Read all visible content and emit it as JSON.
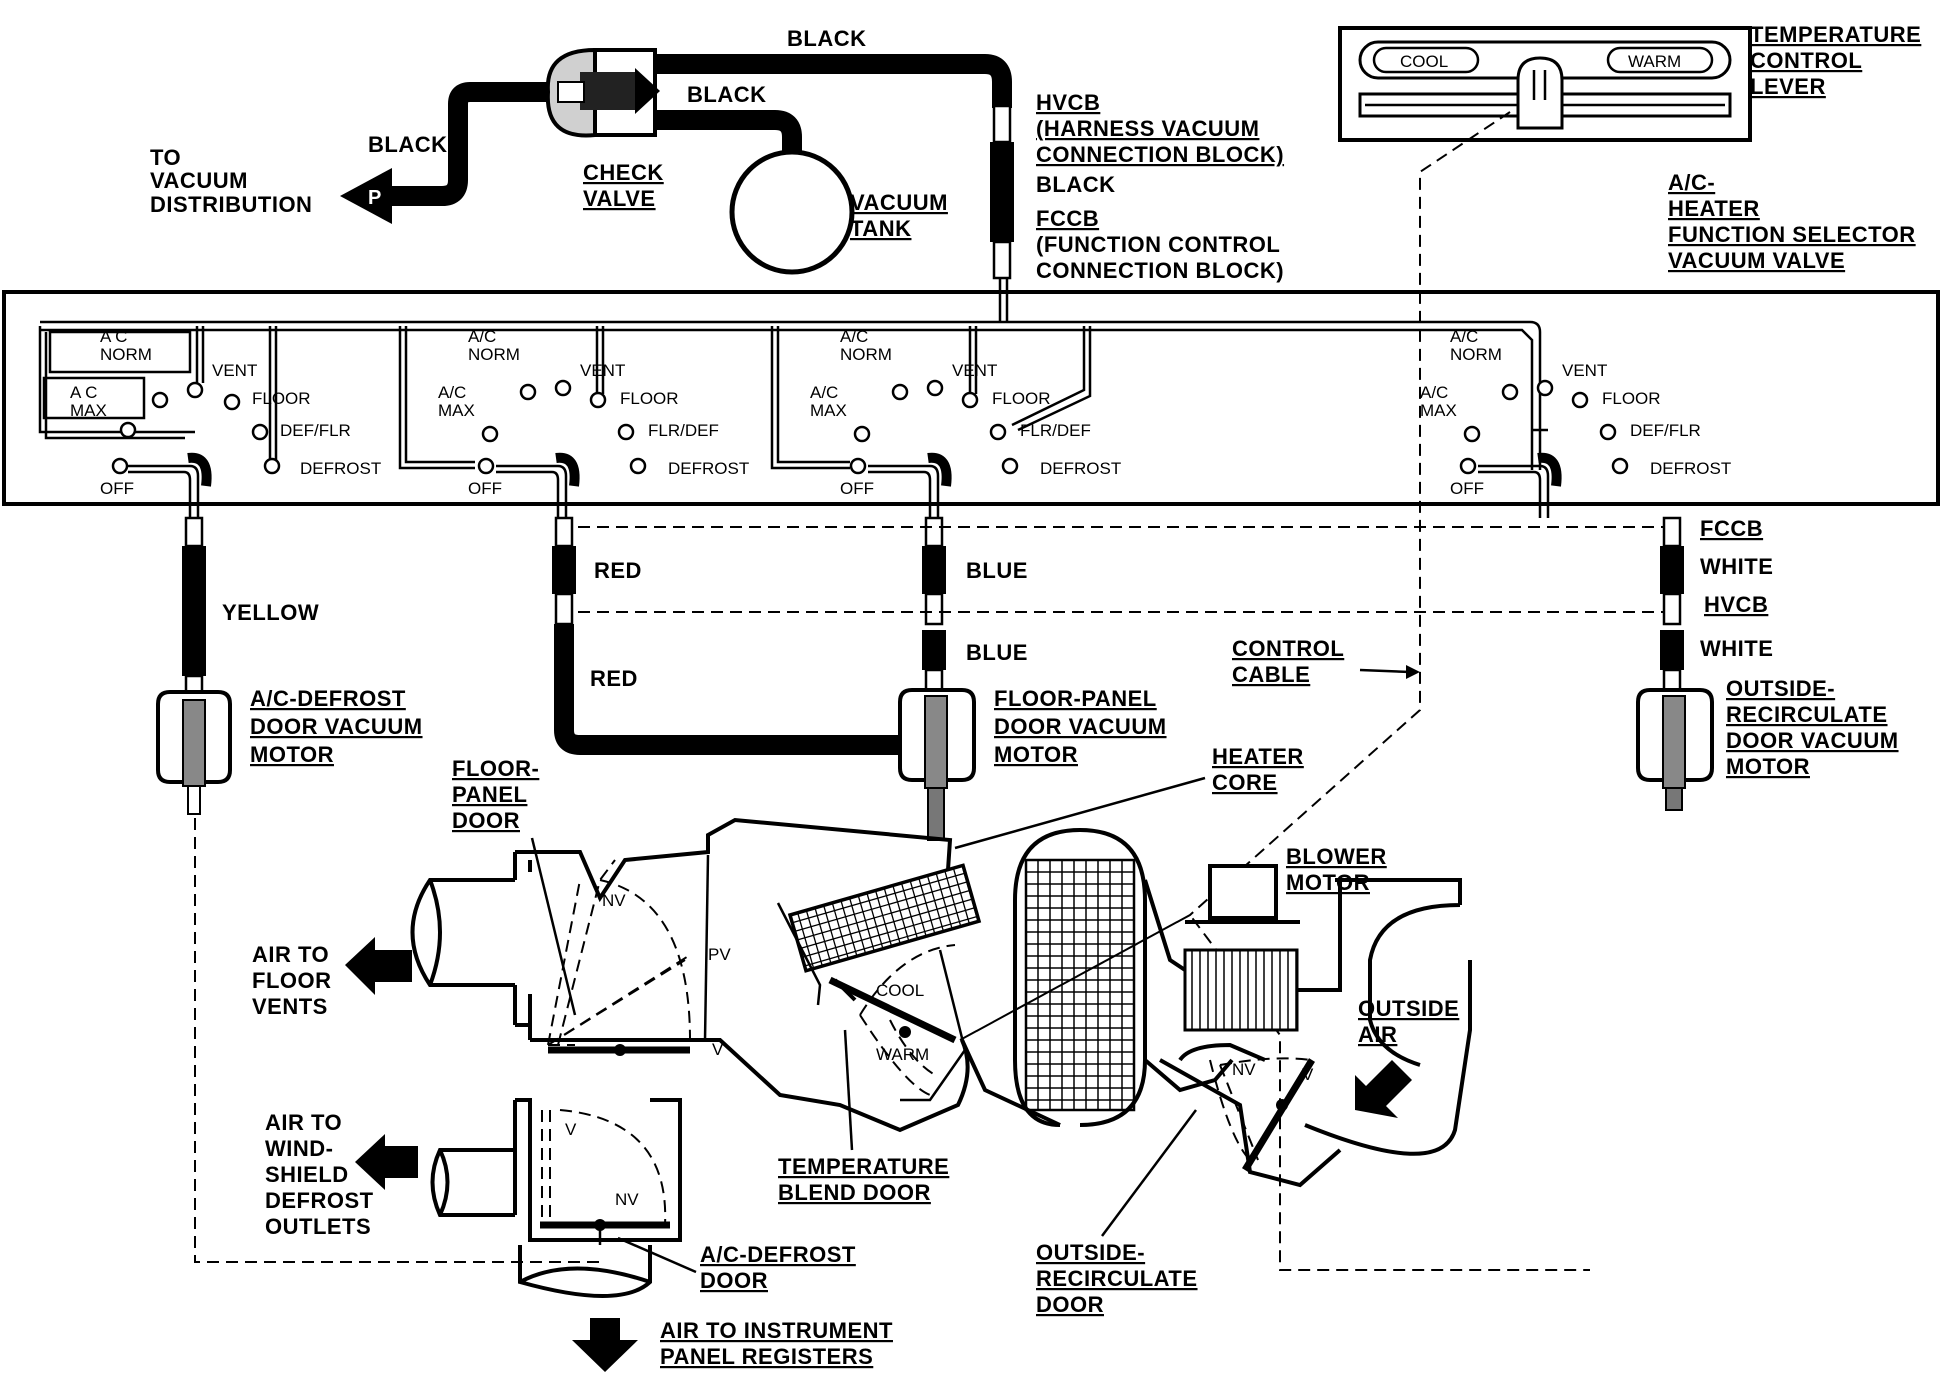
{
  "labels": {
    "to_vacuum_distribution": [
      "TO",
      "VACUUM",
      "DISTRIBUTION"
    ],
    "p_marker": "P",
    "black_top": "BLACK",
    "black_mid": "BLACK",
    "black_left": "BLACK",
    "check_valve": [
      "CHECK",
      "VALVE"
    ],
    "vacuum_tank": [
      "VACUUM",
      "TANK"
    ],
    "hvcb_title": "HVCB",
    "hvcb_desc": [
      "(HARNESS VACUUM",
      "CONNECTION BLOCK)"
    ],
    "black_hose": "BLACK",
    "fccb_title": "FCCB",
    "fccb_desc": [
      "(FUNCTION CONTROL",
      "CONNECTION BLOCK)"
    ],
    "cool": "COOL",
    "warm": "WARM",
    "temp_control_lever": [
      "TEMPERATURE",
      "CONTROL",
      "LEVER"
    ],
    "function_selector": [
      "A/C-",
      "HEATER",
      "FUNCTION SELECTOR",
      "VACUUM VALVE"
    ],
    "yellow": "YELLOW",
    "red_upper": "RED",
    "red_lower": "RED",
    "blue_upper": "BLUE",
    "blue_lower": "BLUE",
    "fccb_right": "FCCB",
    "white_upper": "WHITE",
    "hvcb_right": "HVCB",
    "white_lower": "WHITE",
    "control_cable": [
      "CONTROL",
      "CABLE"
    ],
    "ac_defrost_motor": [
      "A/C-DEFROST",
      "DOOR VACUUM",
      "MOTOR"
    ],
    "floor_panel_motor": [
      "FLOOR-PANEL",
      "DOOR VACUUM",
      "MOTOR"
    ],
    "outside_recirc_motor": [
      "OUTSIDE-",
      "RECIRCULATE",
      "DOOR VACUUM",
      "MOTOR"
    ],
    "floor_panel_door": [
      "FLOOR-",
      "PANEL",
      "DOOR"
    ],
    "heater_core": [
      "HEATER",
      "CORE"
    ],
    "blower_motor": [
      "BLOWER",
      "MOTOR"
    ],
    "air_to_floor_vents": [
      "AIR TO",
      "FLOOR",
      "VENTS"
    ],
    "air_to_windshield": [
      "AIR TO",
      "WIND-",
      "SHIELD",
      "DEFROST",
      "OUTLETS"
    ],
    "outside_air": [
      "OUTSIDE",
      "AIR"
    ],
    "temp_blend_door": [
      "TEMPERATURE",
      "BLEND DOOR"
    ],
    "ac_defrost_door": [
      "A/C-DEFROST",
      "DOOR"
    ],
    "outside_recirc_door": [
      "OUTSIDE-",
      "RECIRCULATE",
      "DOOR"
    ],
    "air_to_instrument": [
      "AIR TO INSTRUMENT",
      "PANEL REGISTERS"
    ],
    "pv": "PV",
    "v_floor": "V",
    "nv_floor": "NV",
    "v_defrost": "V",
    "nv_defrost": "NV",
    "cool_blend": "COOL",
    "warm_blend": "WARM",
    "nv_recirc": "NV",
    "v_recirc": "V"
  },
  "valves": [
    {
      "ac_norm": [
        "A C",
        "NORM"
      ],
      "ac_max": [
        "A C",
        "MAX"
      ],
      "vent": "VENT",
      "floor": "FLOOR",
      "flr_def": "DEF/FLR",
      "defrost": "DEFROST",
      "off": "OFF"
    },
    {
      "ac_norm": [
        "A/C",
        "NORM"
      ],
      "ac_max": [
        "A/C",
        "MAX"
      ],
      "vent": "VENT",
      "floor": "FLOOR",
      "flr_def": "FLR/DEF",
      "defrost": "DEFROST",
      "off": "OFF"
    },
    {
      "ac_norm": [
        "A/C",
        "NORM"
      ],
      "ac_max": [
        "A/C",
        "MAX"
      ],
      "vent": "VENT",
      "floor": "FLOOR",
      "flr_def": "FLR/DEF",
      "defrost": "DEFROST",
      "off": "OFF"
    },
    {
      "ac_norm": [
        "A/C",
        "NORM"
      ],
      "ac_max": [
        "A/C",
        "MAX"
      ],
      "vent": "VENT",
      "floor": "FLOOR",
      "flr_def": "DEF/FLR",
      "defrost": "DEFROST",
      "off": "OFF"
    }
  ]
}
